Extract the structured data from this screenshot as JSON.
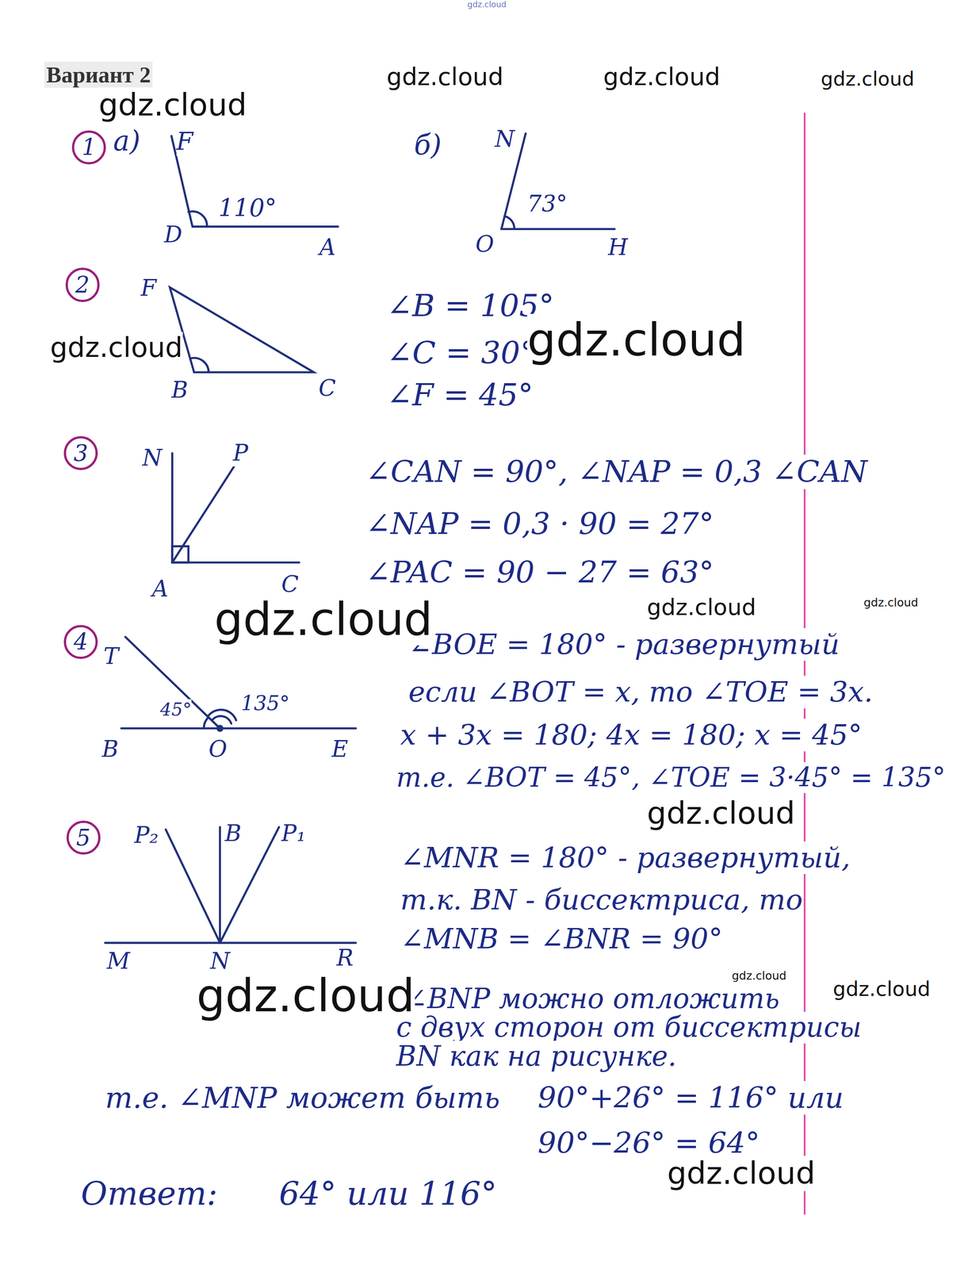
{
  "diagram": {
    "title": "Вариант 2",
    "nodes": [
      {
        "text": [
          "1"
        ]
      },
      {
        "text": [
          "2"
        ]
      },
      {
        "text": [
          "3"
        ]
      },
      {
        "text": [
          "4"
        ]
      },
      {
        "text": [
          "5"
        ]
      }
    ],
    "labels": [
      "а)",
      "F",
      "D",
      "A",
      "110°",
      "б)",
      "N",
      "O",
      "H",
      "73°",
      "F",
      "B",
      "C",
      "∠B = 105°",
      "∠C = 30°",
      "∠F = 45°",
      "N",
      "P",
      "A",
      "C",
      "∠CAN = 90°, ∠NAP = 0,3 ∠CAN",
      "∠NAP = 0,3 · 90 = 27°",
      "∠PAC = 90 − 27 = 63°",
      "T",
      "B",
      "O",
      "E",
      "45°",
      "135°",
      "∠BOE = 180° - развернутый",
      "если ∠BOT = x, то ∠TOE = 3x.",
      "x + 3x = 180; 4x = 180; x = 45°",
      "т.е. ∠BOT = 45°, ∠TOE = 3·45° = 135°",
      "P₂",
      "B",
      "P₁",
      "M",
      "N",
      "R",
      "∠MNR = 180° - развернутый,",
      "т.к. BN - биссектриса, то",
      "∠MNB = ∠BNR = 90°",
      "∠BNP можно отложить",
      "с двух сторон от биссектрисы",
      "BN как на рисунке.",
      "т.е. ∠MNP может быть",
      "90°+26° = 116° или",
      "90°−26° = 64°",
      "Ответ:",
      "64° или 116°",
      "gdz.cloud",
      "gdz.cloud",
      "gdz.cloud",
      "gdz.cloud",
      "gdz.cloud",
      "gdz.cloud",
      "gdz.cloud",
      "gdz.cloud",
      "gdz.cloud",
      "gdz.cloud",
      "gdz.cloud",
      "gdz.cloud",
      "gdz.cloud",
      "gdz.cloud",
      "gdz.cloud"
    ]
  }
}
